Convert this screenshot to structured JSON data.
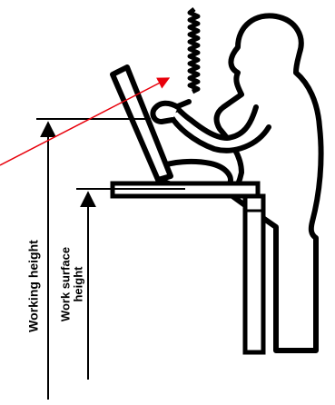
{
  "labels": {
    "working_height": "Working height",
    "work_surface_height_line1": "Work surface",
    "work_surface_height_line2": "height"
  },
  "colors": {
    "ink": "#000000",
    "pointer_arrow": "#e8000b",
    "background": "#ffffff"
  }
}
